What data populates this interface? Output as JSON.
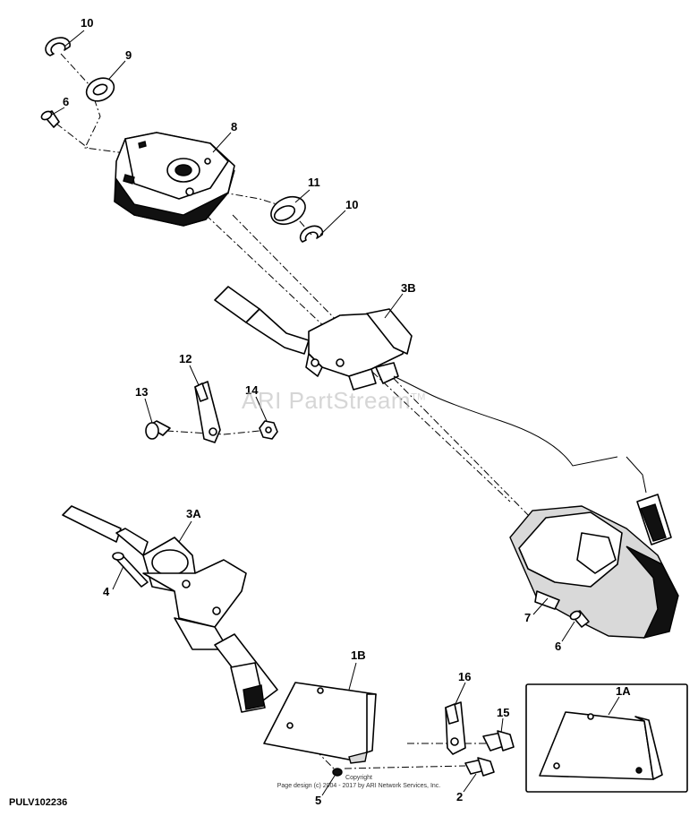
{
  "diagram": {
    "callouts": {
      "p10a": "10",
      "p9": "9",
      "p6a": "6",
      "p8": "8",
      "p11": "11",
      "p10b": "10",
      "p3b": "3B",
      "p12": "12",
      "p13": "13",
      "p14": "14",
      "p3a": "3A",
      "p4": "4",
      "p7": "7",
      "p6b": "6",
      "p1b": "1B",
      "p16": "16",
      "p15": "15",
      "p1a": "1A",
      "p5": "5",
      "p2": "2"
    },
    "watermark": "ARI PartStream",
    "watermark_tm": "TM",
    "copyright_line1": "Copyright",
    "copyright_line2": "Page design (c) 2004 - 2017 by ARI Network Services, Inc.",
    "figure_id": "PULV102236"
  }
}
